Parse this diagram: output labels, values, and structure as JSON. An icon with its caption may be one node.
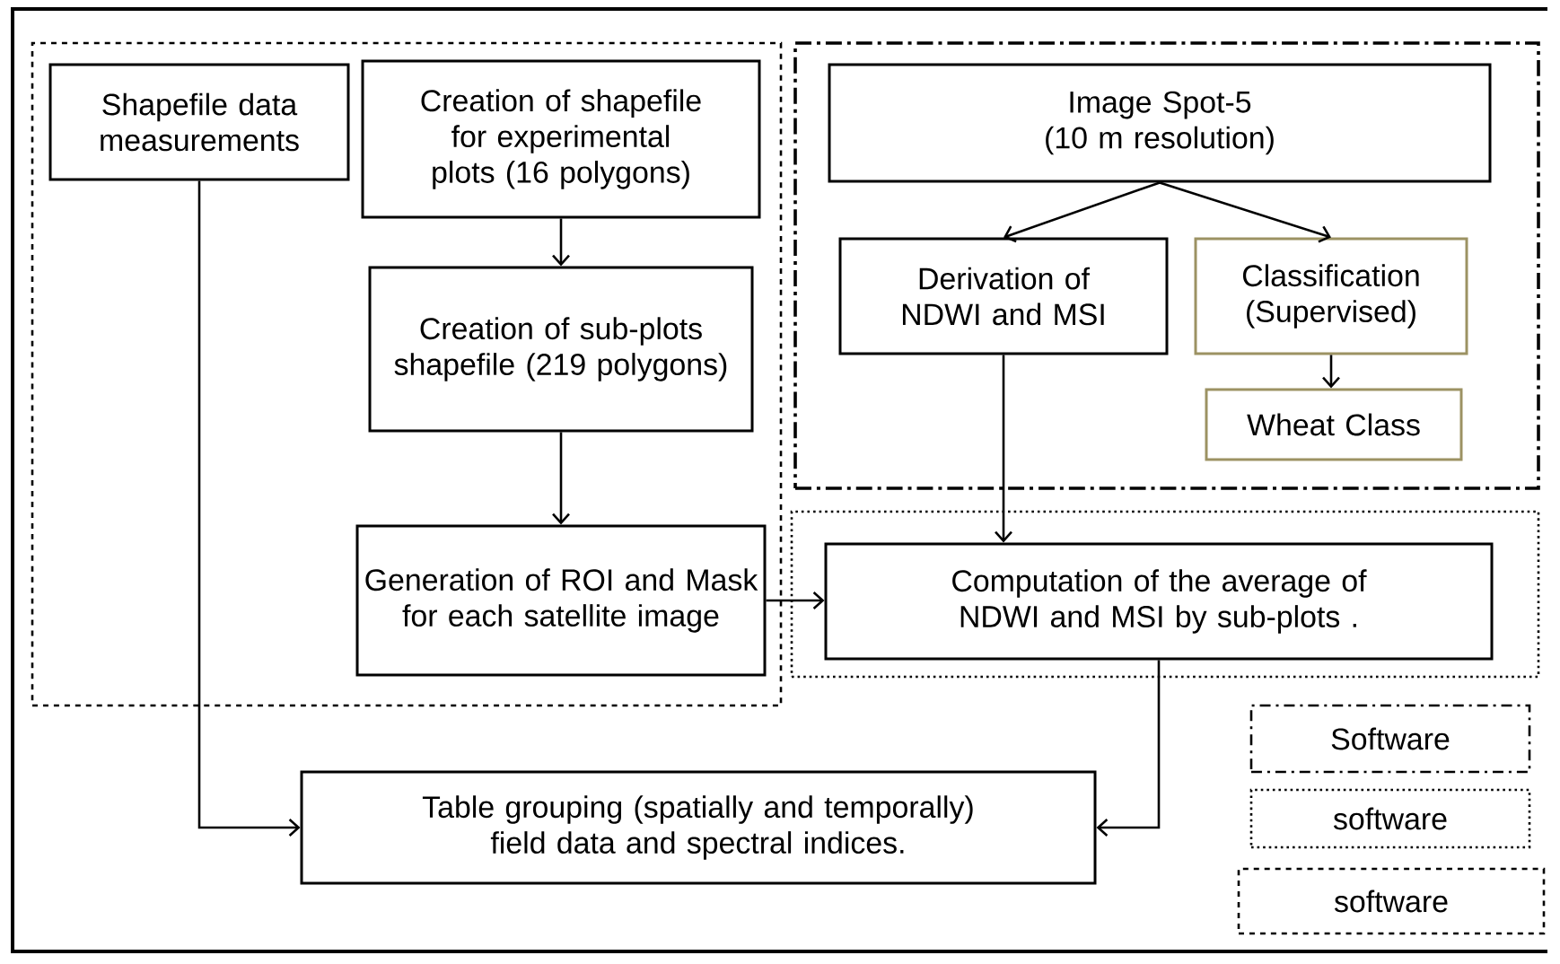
{
  "diagram": {
    "nodes": [
      {
        "text": [],
        "shape": "box"
      },
      {
        "text": [
          "Shapefile data measurements"
        ],
        "in": 0
      },
      {
        "text": [
          "Creation of shapefile for experimental plots (16 polygons)"
        ],
        "in": 0
      },
      {
        "text": [
          "Creation of sub-plots shapefile (219 polygons)"
        ],
        "in": 0
      },
      {
        "text": [
          "Generation of ROI and Mask for each satellite image"
        ],
        "in": 0
      },
      {
        "text": [],
        "shape": "box"
      },
      {
        "text": [
          "Image Spot-5 (10 m resolution)"
        ],
        "in": 5
      },
      {
        "text": [
          "Derivation of NDWI and MSI"
        ],
        "in": 5
      },
      {
        "text": [
          "Classification (Supervised)"
        ],
        "in": 5
      },
      {
        "text": [
          "Wheat Class"
        ],
        "in": 5
      },
      {
        "text": [],
        "shape": "box"
      },
      {
        "text": [
          "Computation of the average of NDWI and MSI by sub-plots ."
        ],
        "in": 10
      },
      {
        "text": [
          "Table grouping (spatially and temporally) field data and spectral indices."
        ]
      }
    ],
    "edges": [
      {
        "from": 2,
        "to": 3,
        "arrow": "to"
      },
      {
        "from": 3,
        "to": 4,
        "arrow": "to"
      },
      {
        "from": 4,
        "to": 11,
        "arrow": "to"
      },
      {
        "from": 6,
        "to": 7,
        "arrow": "to"
      },
      {
        "from": 6,
        "to": 8,
        "arrow": "to"
      },
      {
        "from": 8,
        "to": 9,
        "arrow": "to"
      },
      {
        "from": 7,
        "to": 11,
        "arrow": "to"
      },
      {
        "from": 11,
        "to": 12,
        "arrow": "to"
      },
      {
        "from": 1,
        "to": 12,
        "arrow": "to"
      }
    ],
    "legend": [
      {
        "text": "Software"
      },
      {
        "text": "software"
      },
      {
        "text": "software"
      }
    ]
  }
}
